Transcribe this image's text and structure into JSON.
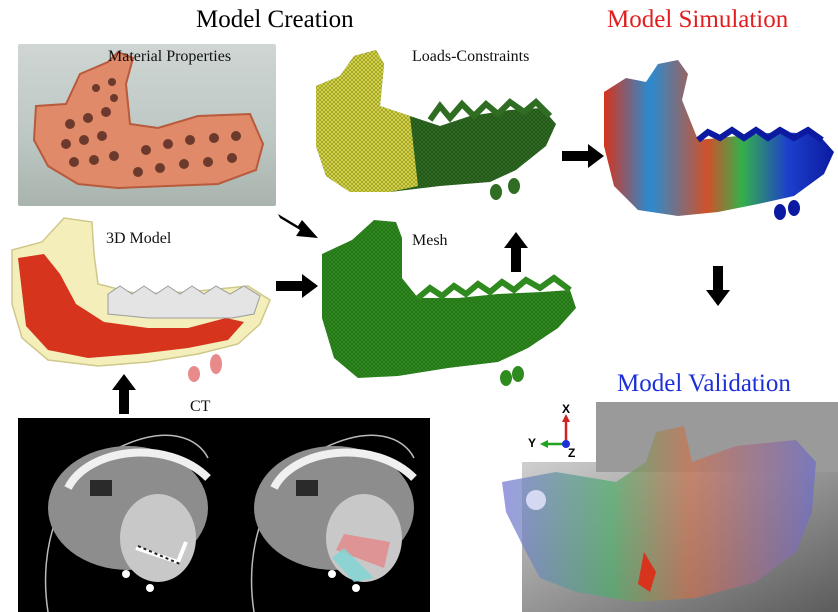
{
  "titles": {
    "creation": "Model Creation",
    "simulation": "Model Simulation",
    "validation": "Model Validation"
  },
  "labels": {
    "material_properties": "Material Properties",
    "loads_constraints": "Loads-Constraints",
    "model_3d": "3D Model",
    "mesh": "Mesh",
    "ct": "CT"
  },
  "axes": {
    "x": "X",
    "y": "Y",
    "z": "Z"
  },
  "colors": {
    "creation_title": "#111111",
    "simulation_title": "#e11d1d",
    "validation_title": "#1d2fd8",
    "arrow": "#000000",
    "mesh_green": "#2f8a1f",
    "bone_red": "#d6341c",
    "load_yellow": "#d8d84a"
  }
}
